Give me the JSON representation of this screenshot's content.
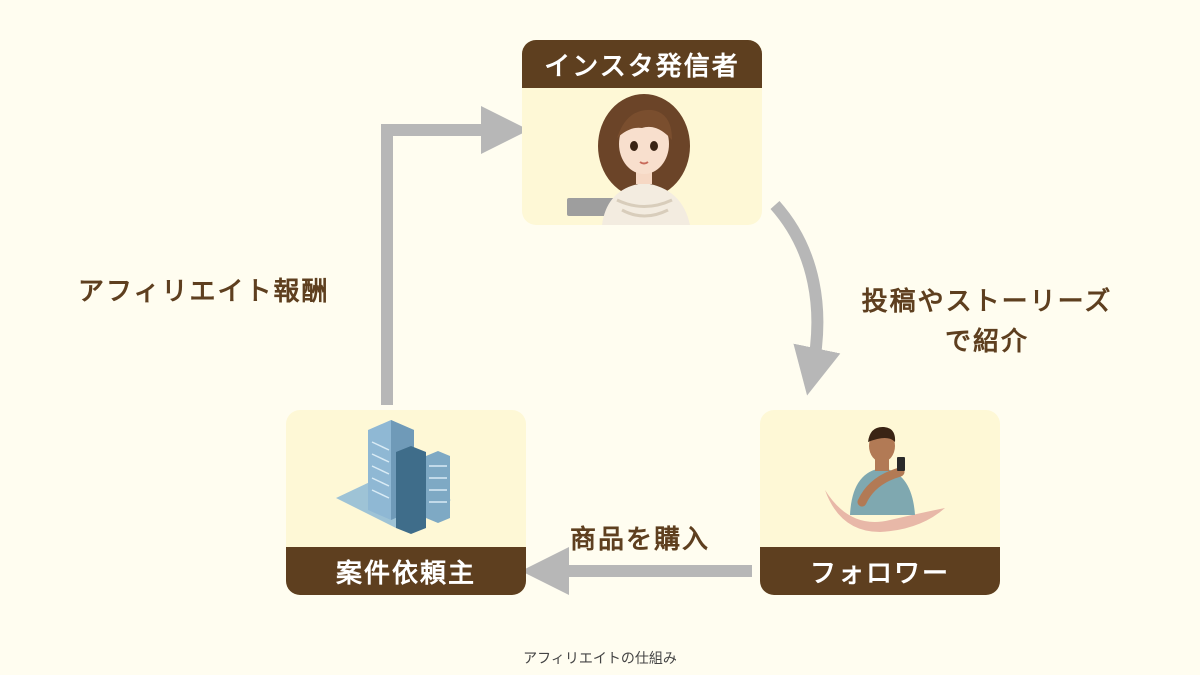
{
  "nodes": {
    "influencer": "インスタ発信者",
    "follower": "フォロワー",
    "client": "案件依頼主"
  },
  "edges": {
    "reward": "アフィリエイト報酬",
    "post_line1": "投稿やストーリーズ",
    "post_line2": "で紹介",
    "purchase": "商品を購入"
  },
  "caption": "アフィリエイトの仕組み",
  "colors": {
    "background": "#fffdf0",
    "card_fill": "#fef8d6",
    "title_bar": "#5e3f1f",
    "arrow": "#b7b7b7"
  }
}
